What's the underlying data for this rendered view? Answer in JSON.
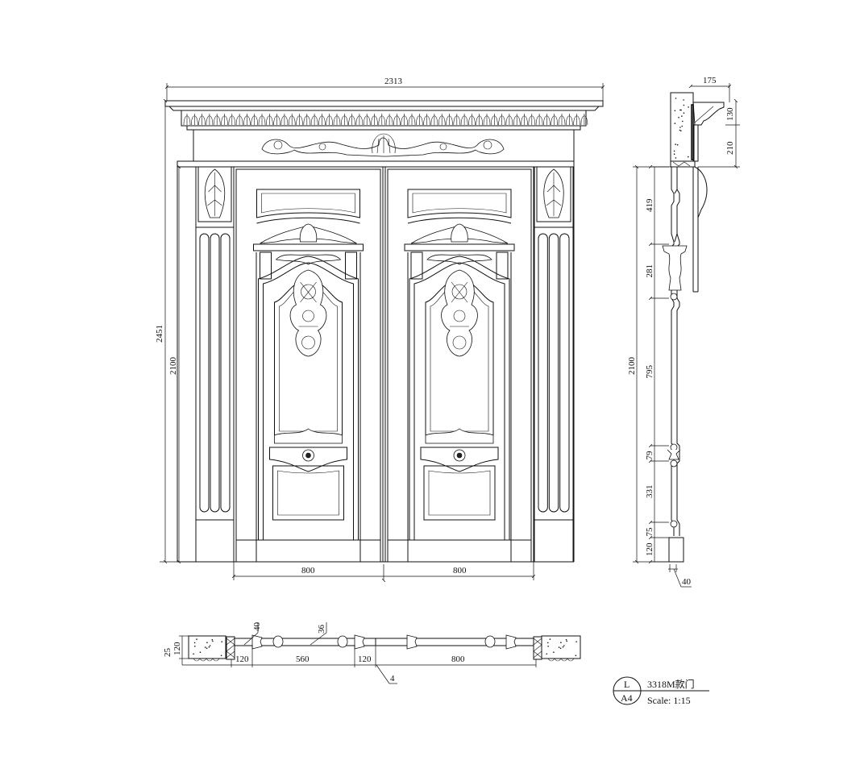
{
  "elevation": {
    "overall_width": "2313",
    "overall_height": "2451",
    "door_height": "2100",
    "leaf_widths": [
      "800",
      "800"
    ]
  },
  "side_section": {
    "cornice_depth": "175",
    "cornice_height": "130",
    "frieze_height": "210",
    "door_height": "2100",
    "segments": [
      "419",
      "281",
      "795",
      "79",
      "331",
      "75",
      "120"
    ],
    "leaf_thickness": "40"
  },
  "plan_section": {
    "wall_offset": "25",
    "wall_depth": "120",
    "stile_left": "120",
    "leaf_panel": "560",
    "stile_middle": "120",
    "leaf_right": "800",
    "gap": "4",
    "moulding_a": "40",
    "moulding_b": "36"
  },
  "title_block": {
    "detail_letter": "L",
    "sheet": "A4",
    "name": "3318M款门",
    "scale": "Scale: 1:15"
  }
}
